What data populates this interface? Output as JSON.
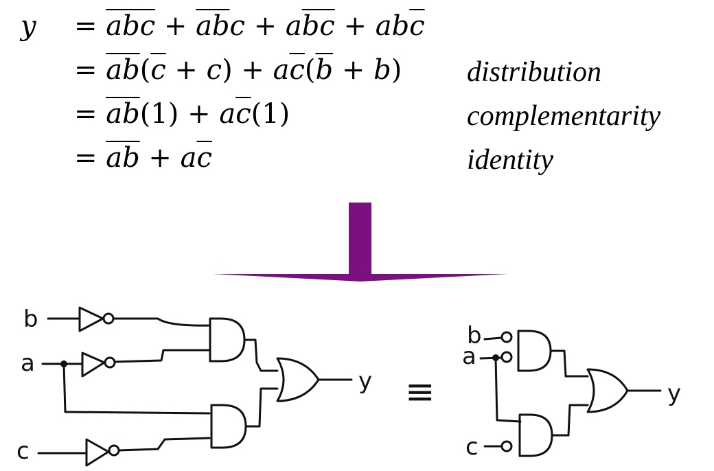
{
  "equations": {
    "lhs": "y",
    "line1": [
      {
        "t": "= ",
        "o": false,
        "n": true
      },
      {
        "t": "a",
        "o": true
      },
      {
        "t": "b",
        "o": true
      },
      {
        "t": "c",
        "o": true
      },
      {
        "t": " + ",
        "o": false,
        "n": true
      },
      {
        "t": "a",
        "o": true
      },
      {
        "t": "b",
        "o": true
      },
      {
        "t": "c",
        "o": false
      },
      {
        "t": " + ",
        "o": false,
        "n": true
      },
      {
        "t": "a",
        "o": false
      },
      {
        "t": "b",
        "o": true
      },
      {
        "t": "c",
        "o": true
      },
      {
        "t": " + ",
        "o": false,
        "n": true
      },
      {
        "t": "a",
        "o": false
      },
      {
        "t": "b",
        "o": false
      },
      {
        "t": "c",
        "o": true
      }
    ],
    "line2": [
      {
        "t": "= ",
        "o": false,
        "n": true
      },
      {
        "t": "a",
        "o": true
      },
      {
        "t": "b",
        "o": true
      },
      {
        "t": "(",
        "o": false,
        "n": true
      },
      {
        "t": "c",
        "o": true
      },
      {
        "t": " + ",
        "o": false,
        "n": true
      },
      {
        "t": "c",
        "o": false
      },
      {
        "t": ")",
        "o": false,
        "n": true
      },
      {
        "t": " + ",
        "o": false,
        "n": true
      },
      {
        "t": "a",
        "o": false
      },
      {
        "t": "c",
        "o": true
      },
      {
        "t": "(",
        "o": false,
        "n": true
      },
      {
        "t": "b",
        "o": true
      },
      {
        "t": " + ",
        "o": false,
        "n": true
      },
      {
        "t": "b",
        "o": false
      },
      {
        "t": ")",
        "o": false,
        "n": true
      }
    ],
    "line3": [
      {
        "t": "= ",
        "o": false,
        "n": true
      },
      {
        "t": "a",
        "o": true
      },
      {
        "t": "b",
        "o": true
      },
      {
        "t": "(1)",
        "o": false,
        "n": true
      },
      {
        "t": " + ",
        "o": false,
        "n": true
      },
      {
        "t": "a",
        "o": false
      },
      {
        "t": "c",
        "o": true
      },
      {
        "t": "(1)",
        "o": false,
        "n": true
      }
    ],
    "line4": [
      {
        "t": "= ",
        "o": false,
        "n": true
      },
      {
        "t": "a",
        "o": true
      },
      {
        "t": "b",
        "o": true
      },
      {
        "t": " + ",
        "o": false,
        "n": true
      },
      {
        "t": "a",
        "o": false
      },
      {
        "t": "c",
        "o": true
      }
    ],
    "justifications": [
      "distribution",
      "complementarity",
      "identity"
    ]
  },
  "arrow_color": "#7a1082",
  "circuit_left": {
    "inputs": [
      "b",
      "a",
      "c"
    ],
    "output": "y"
  },
  "equivalence_symbol": "≡",
  "circuit_right": {
    "inputs": [
      "b",
      "a",
      "c"
    ],
    "output": "y"
  }
}
